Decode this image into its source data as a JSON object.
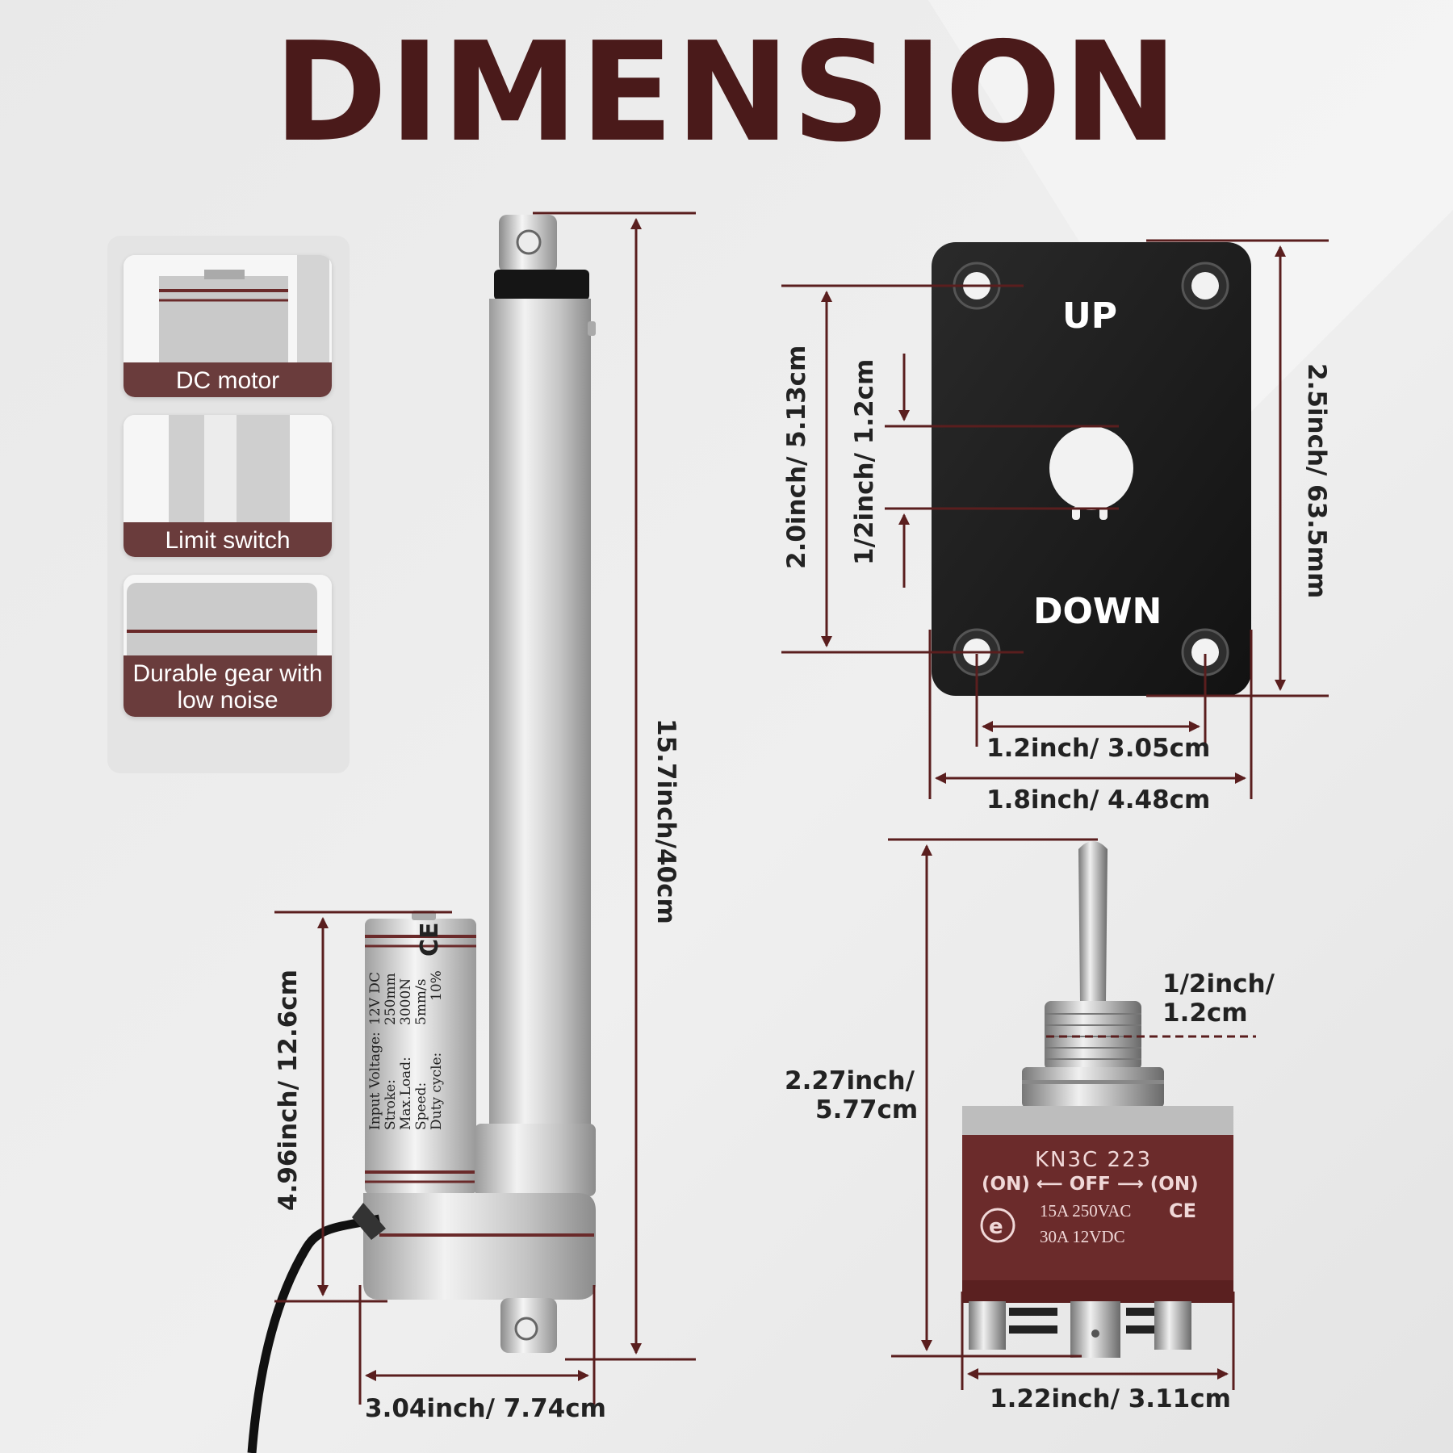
{
  "title": "DIMENSION",
  "features": [
    {
      "caption": "DC motor"
    },
    {
      "caption": "Limit switch"
    },
    {
      "caption": "Durable gear with low noise"
    }
  ],
  "actuator": {
    "label_lines": [
      "Input Voltage:",
      "Stroke:",
      "Max.Load:",
      "Speed:",
      "Duty cycle:"
    ],
    "value_lines": [
      "12V DC",
      "250mm",
      "3000N",
      "5mm/s",
      "10%"
    ],
    "ce_mark": "CE"
  },
  "dimensions": {
    "actuator_length": "15.7inch/40cm",
    "motor_height": "4.96inch/ 12.6cm",
    "base_width": "3.04inch/ 7.74cm",
    "plate_hole_spacing_v": "2.0inch/ 5.13cm",
    "plate_hole_diameter": "1/2inch/ 1.2cm",
    "plate_height": "2.5inch/ 63.5mm",
    "plate_hole_spacing_h": "1.2inch/ 3.05cm",
    "plate_width": "1.8inch/ 4.48cm",
    "switch_height_line1": "2.27inch/",
    "switch_height_line2": "5.77cm",
    "thread_line1": "1/2inch/",
    "thread_line2": "1.2cm",
    "switch_width": "1.22inch/ 3.11cm"
  },
  "plate": {
    "up_label": "UP",
    "down_label": "DOWN"
  },
  "switch": {
    "model": "KN3C 223",
    "positions": "(ON) ⟵ OFF ⟶ (ON)",
    "rating1": "15A 250VAC",
    "rating2": "30A 12VDC",
    "ce_mark": "CE"
  },
  "colors": {
    "title": "#4a1a1a",
    "dimension_lines": "#5a1e1e",
    "caption_bg": "#6a3c3c",
    "plate": "#1c1c1c",
    "switch_body": "#6b2b2b"
  }
}
